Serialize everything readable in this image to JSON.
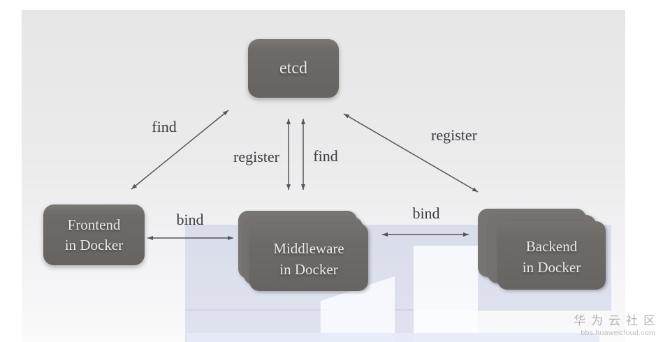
{
  "diagram": {
    "nodes": {
      "etcd": {
        "label": "etcd"
      },
      "frontend": {
        "line1": "Frontend",
        "line2": "in Docker"
      },
      "middleware": {
        "line1": "Middleware",
        "line2": "in Docker"
      },
      "backend": {
        "line1": "Backend",
        "line2": "in Docker"
      }
    },
    "edges": [
      {
        "id": "frontend-etcd",
        "label": "find",
        "from": "frontend",
        "to": "etcd"
      },
      {
        "id": "middleware-etcd-register",
        "label": "register",
        "from": "middleware",
        "to": "etcd"
      },
      {
        "id": "middleware-etcd-find",
        "label": "find",
        "from": "middleware",
        "to": "etcd"
      },
      {
        "id": "backend-etcd",
        "label": "register",
        "from": "backend",
        "to": "etcd"
      },
      {
        "id": "frontend-middleware",
        "label": "bind",
        "from": "frontend",
        "to": "middleware"
      },
      {
        "id": "middleware-backend",
        "label": "bind",
        "from": "middleware",
        "to": "backend"
      }
    ],
    "colors": {
      "node_bg_top": "#7b7876",
      "node_bg_bottom": "#676360",
      "node_stack": "#787471",
      "node_text": "#eeebe6",
      "arrow": "#55555c",
      "label_text": "#3a3a40",
      "watermark_band": "rgba(186,192,221,.42)",
      "watermark_text": "#b2b2b2"
    }
  },
  "watermark": {
    "brand": "华为云社区",
    "url": "bbs.huaweicloud.com"
  }
}
